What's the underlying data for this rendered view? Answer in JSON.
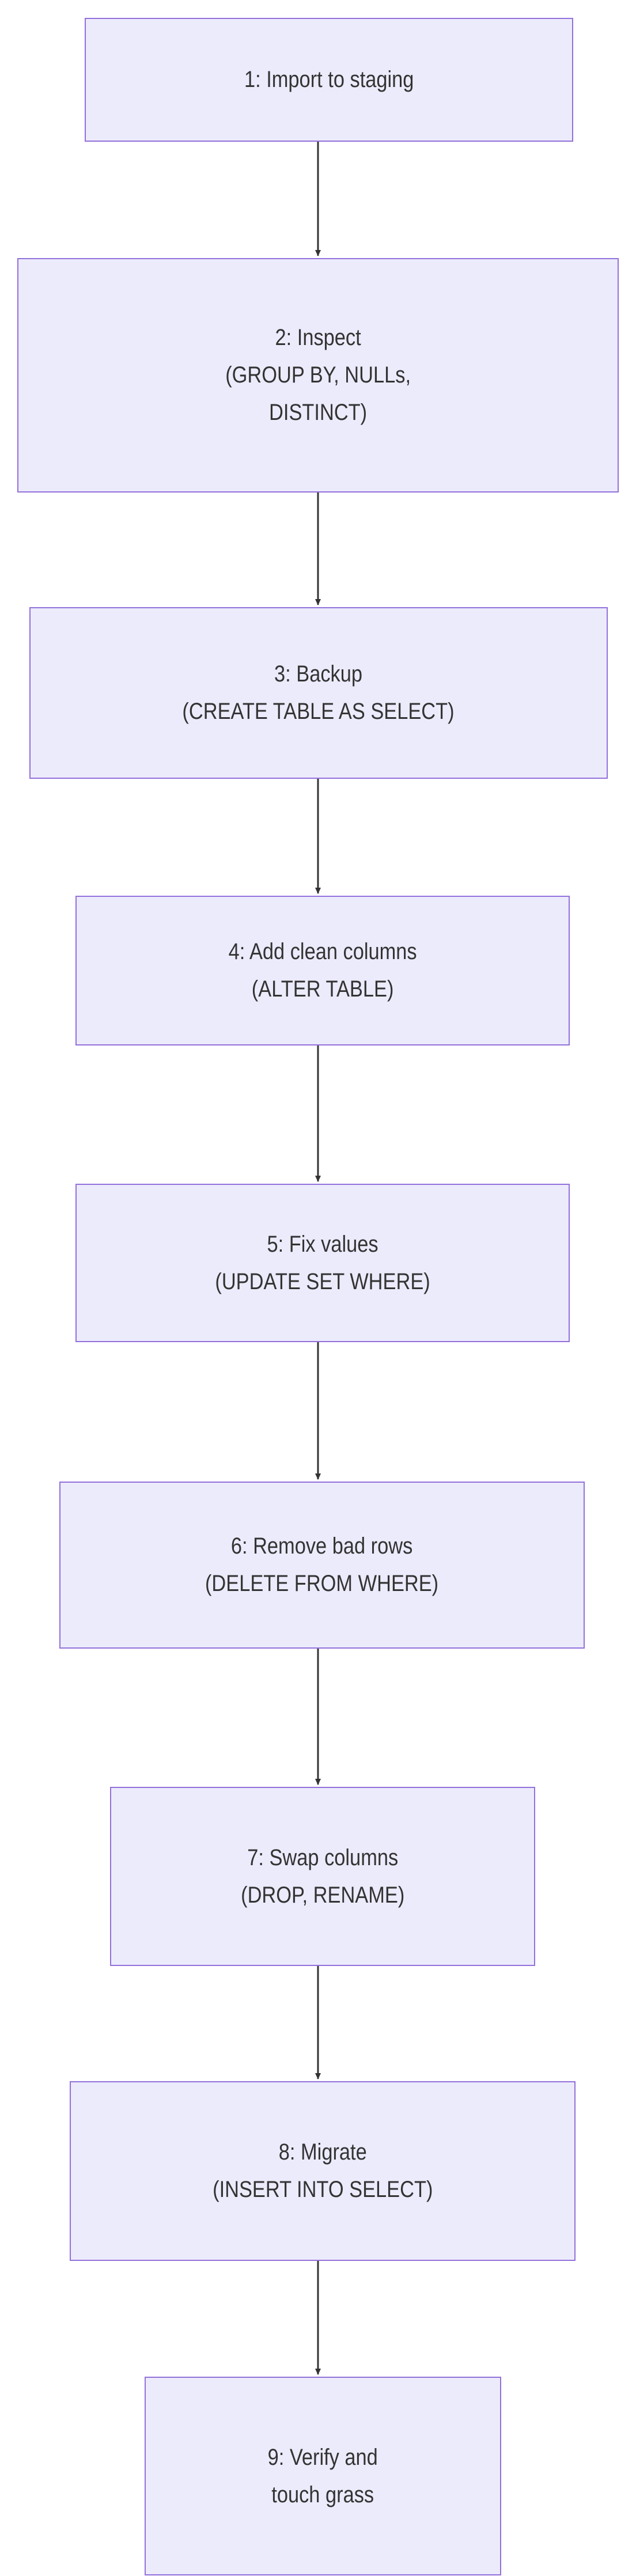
{
  "diagram": {
    "title": "SQL data cleanup workflow flowchart",
    "orientation": "top-to-bottom",
    "background_color": "#ffffff",
    "node_fill_color": "#ECEBFC",
    "node_border_color": "#9370DB",
    "node_text_color": "#333333",
    "edge_color": "#333333",
    "nodes": [
      {
        "id": "1",
        "label": "1: Import to staging",
        "lines": [
          "1: Import to staging"
        ]
      },
      {
        "id": "2",
        "label": "2: Inspect\n(GROUP BY, NULLs,\nDISTINCT)",
        "lines": [
          "2: Inspect",
          "(GROUP BY, NULLs,",
          "DISTINCT)"
        ]
      },
      {
        "id": "3",
        "label": "3: Backup\n(CREATE TABLE AS SELECT)",
        "lines": [
          "3: Backup",
          "(CREATE TABLE AS SELECT)"
        ]
      },
      {
        "id": "4",
        "label": "4: Add clean columns\n(ALTER TABLE)",
        "lines": [
          "4: Add clean columns",
          "(ALTER TABLE)"
        ]
      },
      {
        "id": "5",
        "label": "5: Fix values\n(UPDATE SET WHERE)",
        "lines": [
          "5: Fix values",
          "(UPDATE SET WHERE)"
        ]
      },
      {
        "id": "6",
        "label": "6: Remove bad rows\n(DELETE FROM WHERE)",
        "lines": [
          "6: Remove bad rows",
          "(DELETE FROM WHERE)"
        ]
      },
      {
        "id": "7",
        "label": "7: Swap columns\n(DROP, RENAME)",
        "lines": [
          "7: Swap columns",
          "(DROP, RENAME)"
        ]
      },
      {
        "id": "8",
        "label": "8: Migrate\n(INSERT INTO SELECT)",
        "lines": [
          "8: Migrate",
          "(INSERT INTO SELECT)"
        ]
      },
      {
        "id": "9",
        "label": "9: Verify and\ntouch grass",
        "lines": [
          "9: Verify and",
          "touch grass"
        ]
      }
    ],
    "edges": [
      {
        "from": "1",
        "to": "2",
        "label": ""
      },
      {
        "from": "2",
        "to": "3",
        "label": ""
      },
      {
        "from": "3",
        "to": "4",
        "label": ""
      },
      {
        "from": "4",
        "to": "5",
        "label": ""
      },
      {
        "from": "5",
        "to": "6",
        "label": ""
      },
      {
        "from": "6",
        "to": "7",
        "label": ""
      },
      {
        "from": "7",
        "to": "8",
        "label": ""
      },
      {
        "from": "8",
        "to": "9",
        "label": ""
      }
    ]
  }
}
